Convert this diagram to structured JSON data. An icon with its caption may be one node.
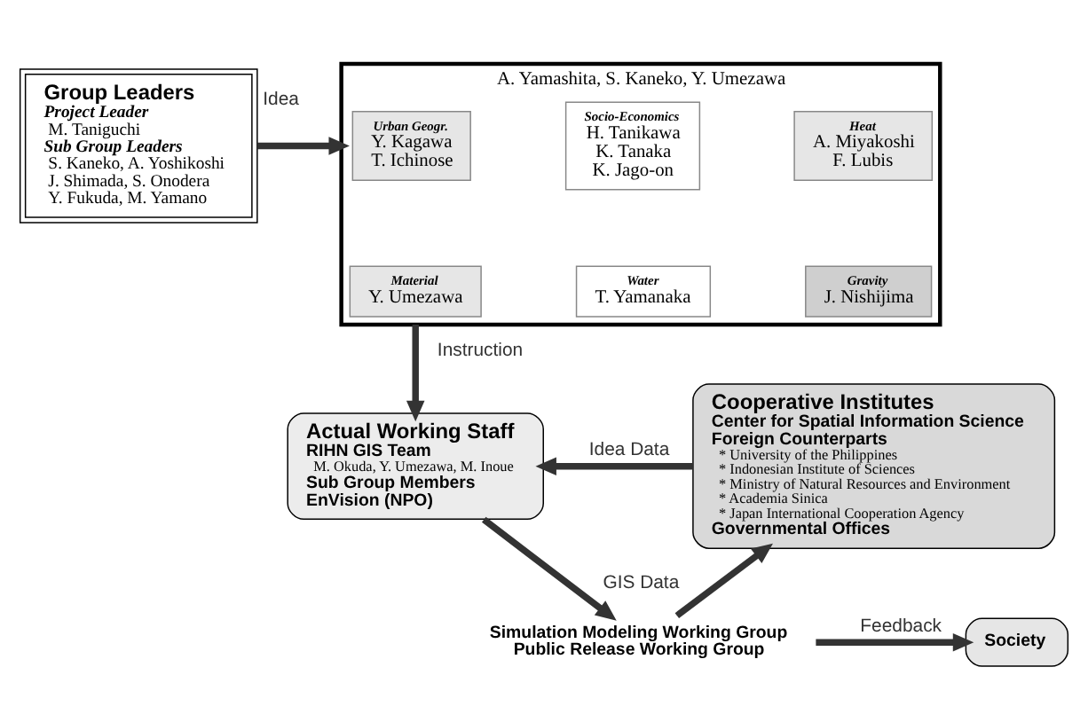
{
  "diagram": {
    "nodes": [
      {
        "text": [
          "Group Leaders",
          "Project Leader",
          "M. Taniguchi",
          "Sub Group Leaders",
          "S. Kaneko, A. Yoshikoshi",
          "J. Shimada, S. Onodera",
          "Y. Fukuda, M. Yamano"
        ]
      },
      {
        "text": [
          "A. Yamashita, S. Kaneko, Y. Umezawa"
        ]
      },
      {
        "text": [
          "Urban Geogr.",
          "Y. Kagawa",
          "T. Ichinose"
        ],
        "in": 1
      },
      {
        "text": [
          "Socio-Economics",
          "H. Tanikawa",
          "K. Tanaka",
          "K. Jago-on"
        ],
        "in": 1
      },
      {
        "text": [
          "Heat",
          "A. Miyakoshi",
          "F. Lubis"
        ],
        "in": 1
      },
      {
        "text": [
          "Material",
          "Y. Umezawa"
        ],
        "in": 1
      },
      {
        "text": [
          "Water",
          "T. Yamanaka"
        ],
        "in": 1
      },
      {
        "text": [
          "Gravity",
          "J. Nishijima"
        ],
        "in": 1
      },
      {
        "text": [
          "Actual Working Staff",
          "RIHN GIS Team",
          "M. Okuda, Y. Umezawa, M. Inoue",
          "Sub Group Members",
          "EnVision (NPO)"
        ]
      },
      {
        "text": [
          "Cooperative Institutes",
          "Center for Spatial Information Science",
          "Foreign Counterparts",
          "* University of the Philippines",
          "* Indonesian Institute of Sciences",
          "* Ministry of Natural Resources and Environment",
          "* Academia Sinica",
          "* Japan International Cooperation Agency",
          "Governmental Offices"
        ]
      },
      {
        "text": [
          "Simulation Modeling Working Group",
          "Public Release Working Group"
        ]
      },
      {
        "text": [
          "Society"
        ]
      }
    ],
    "edges": [
      {
        "from": 0,
        "to": 1,
        "arrow": "to",
        "label": "Idea"
      },
      {
        "from": 1,
        "to": 8,
        "arrow": "to",
        "label": "Instruction"
      },
      {
        "from": 9,
        "to": 8,
        "arrow": "to",
        "label": "Idea Data"
      },
      {
        "from": 8,
        "to": 10,
        "arrow": "to",
        "label": "GIS Data"
      },
      {
        "from": 10,
        "to": 9,
        "arrow": "to"
      },
      {
        "from": 10,
        "to": 11,
        "arrow": "to",
        "label": "Feedback"
      }
    ]
  }
}
